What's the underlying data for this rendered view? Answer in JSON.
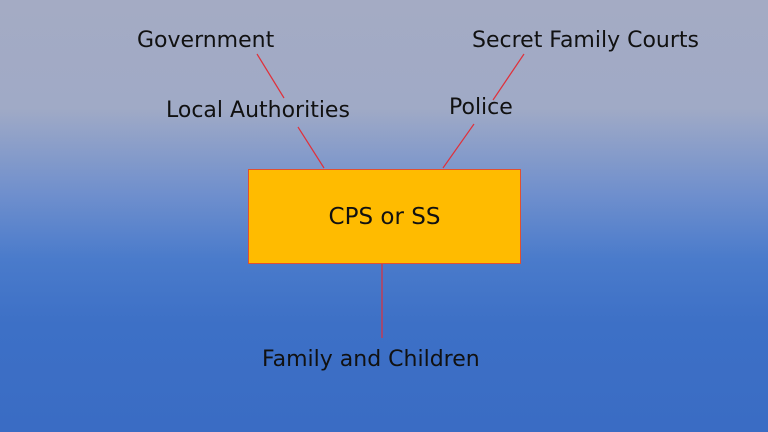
{
  "diagram": {
    "center": "CPS or SS",
    "nodes": {
      "government": "Government",
      "local_authorities": "Local Authorities",
      "secret_courts": "Secret Family Courts",
      "police": "Police",
      "family": "Family and Children"
    },
    "line_color": "#e0303a",
    "box_color": "#ffbb00"
  }
}
